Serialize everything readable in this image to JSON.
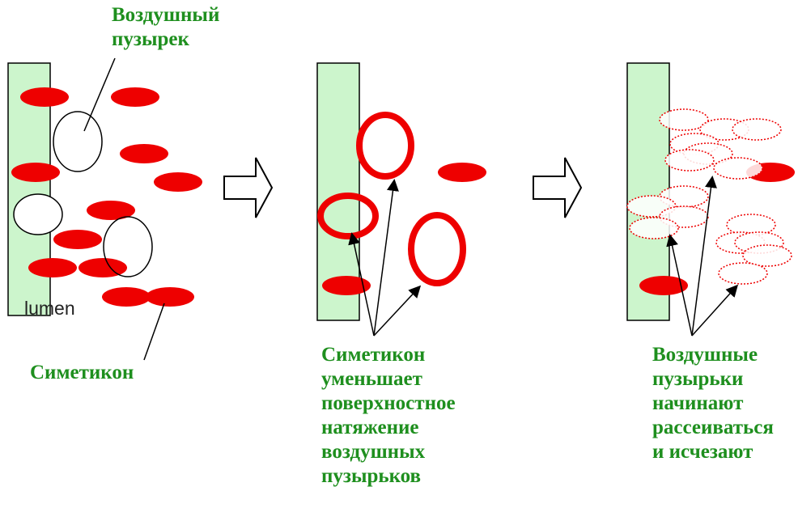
{
  "panel1": {
    "label_bubble": [
      "Воздушный",
      "пузырек"
    ],
    "label_lumen": "lumen",
    "label_simethicone": "Симетикон"
  },
  "panel2": {
    "label_lines": [
      "Симетикон",
      "уменьшает",
      "поверхностное",
      "натяжение",
      "воздушных",
      "пузырьков"
    ]
  },
  "panel3": {
    "label_lines": [
      "Воздушные",
      "пузырьки",
      "начинают",
      "рассеиваться",
      "и исчезают"
    ]
  },
  "colors": {
    "wall": "#ccf5cc",
    "particle": "#ee0000",
    "label": "#1e8f1e"
  }
}
